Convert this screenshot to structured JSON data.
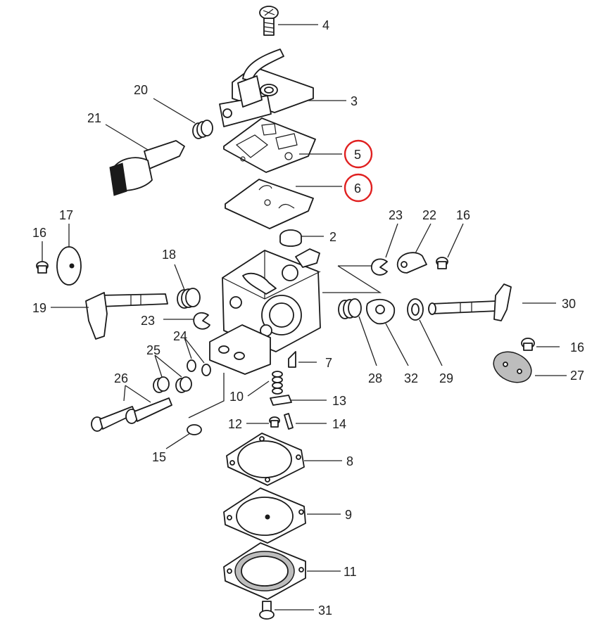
{
  "labels": {
    "p2": "2",
    "p3": "3",
    "p4": "4",
    "p5": "5",
    "p6": "6",
    "p7": "7",
    "p8": "8",
    "p9": "9",
    "p10": "10",
    "p11": "11",
    "p12": "12",
    "p13": "13",
    "p14": "14",
    "p15": "15",
    "p16a": "16",
    "p16b": "16",
    "p16c": "16",
    "p17": "17",
    "p18": "18",
    "p19": "19",
    "p20": "20",
    "p21": "21",
    "p22": "22",
    "p23a": "23",
    "p23b": "23",
    "p24": "24",
    "p25": "25",
    "p26": "26",
    "p27": "27",
    "p28": "28",
    "p29": "29",
    "p30": "30",
    "p31": "31",
    "p32": "32"
  },
  "highlighted": [
    "5",
    "6"
  ],
  "colors": {
    "highlight": "#e02020",
    "line": "#1a1a1a"
  }
}
